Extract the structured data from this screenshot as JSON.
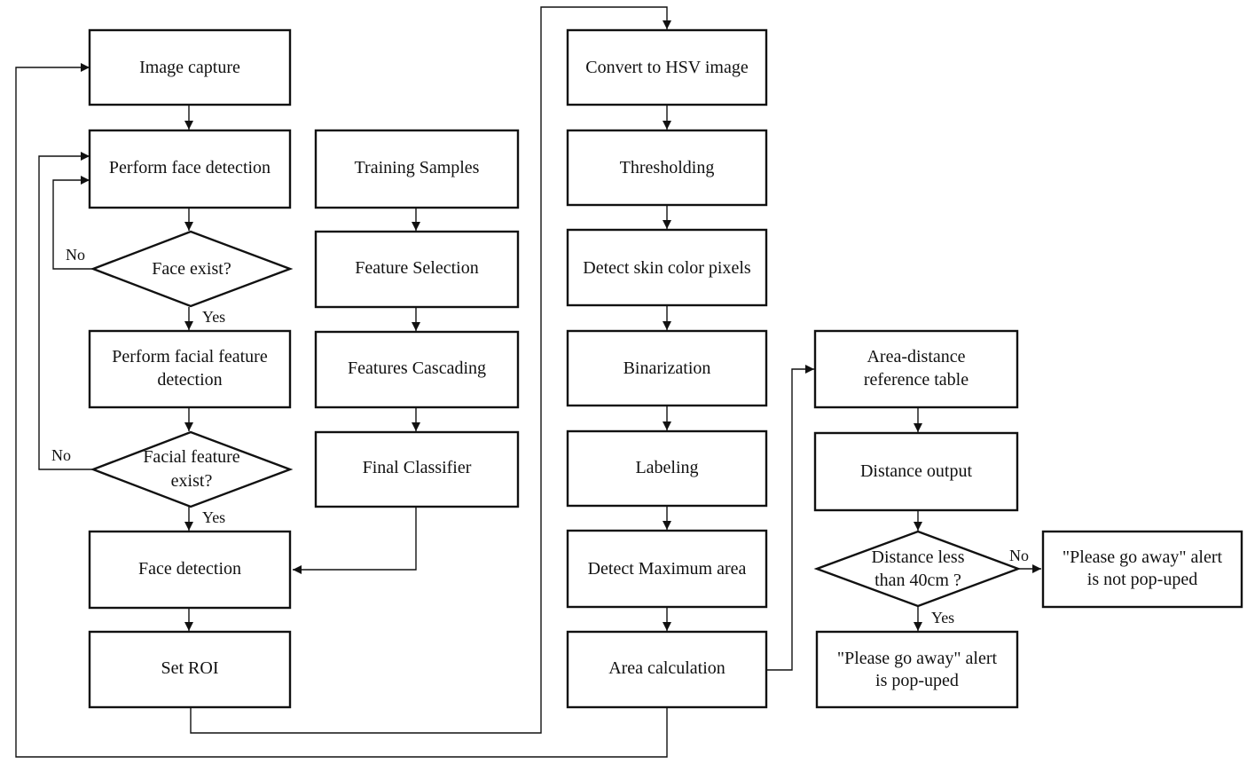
{
  "nodes": {
    "image_capture": "Image capture",
    "face_detect_step": "Perform face detection",
    "face_exist": "Face exist?",
    "facial_feature_step_l1": "Perform facial feature",
    "facial_feature_step_l2": "detection",
    "facial_exist_l1": "Facial feature",
    "facial_exist_l2": "exist?",
    "face_detection": "Face detection",
    "set_roi": "Set ROI",
    "training_samples": "Training Samples",
    "feature_selection": "Feature Selection",
    "features_cascading": "Features Cascading",
    "final_classifier": "Final Classifier",
    "convert_hsv": "Convert to HSV image",
    "thresholding": "Thresholding",
    "detect_skin": "Detect skin color pixels",
    "binarization": "Binarization",
    "labeling": "Labeling",
    "detect_max": "Detect Maximum area",
    "area_calc": "Area calculation",
    "area_table_l1": "Area-distance",
    "area_table_l2": "reference table",
    "distance_output": "Distance output",
    "distance_less_l1": "Distance less",
    "distance_less_l2": "than 40cm ?",
    "alert_popped_l1": "\"Please go away\" alert",
    "alert_popped_l2": "is pop-uped",
    "alert_not_l1": "\"Please go away\" alert",
    "alert_not_l2": "is not pop-uped"
  },
  "edge_labels": {
    "face_no": "No",
    "face_yes": "Yes",
    "facial_no": "No",
    "facial_yes": "Yes",
    "dist_no": "No",
    "dist_yes": "Yes"
  }
}
